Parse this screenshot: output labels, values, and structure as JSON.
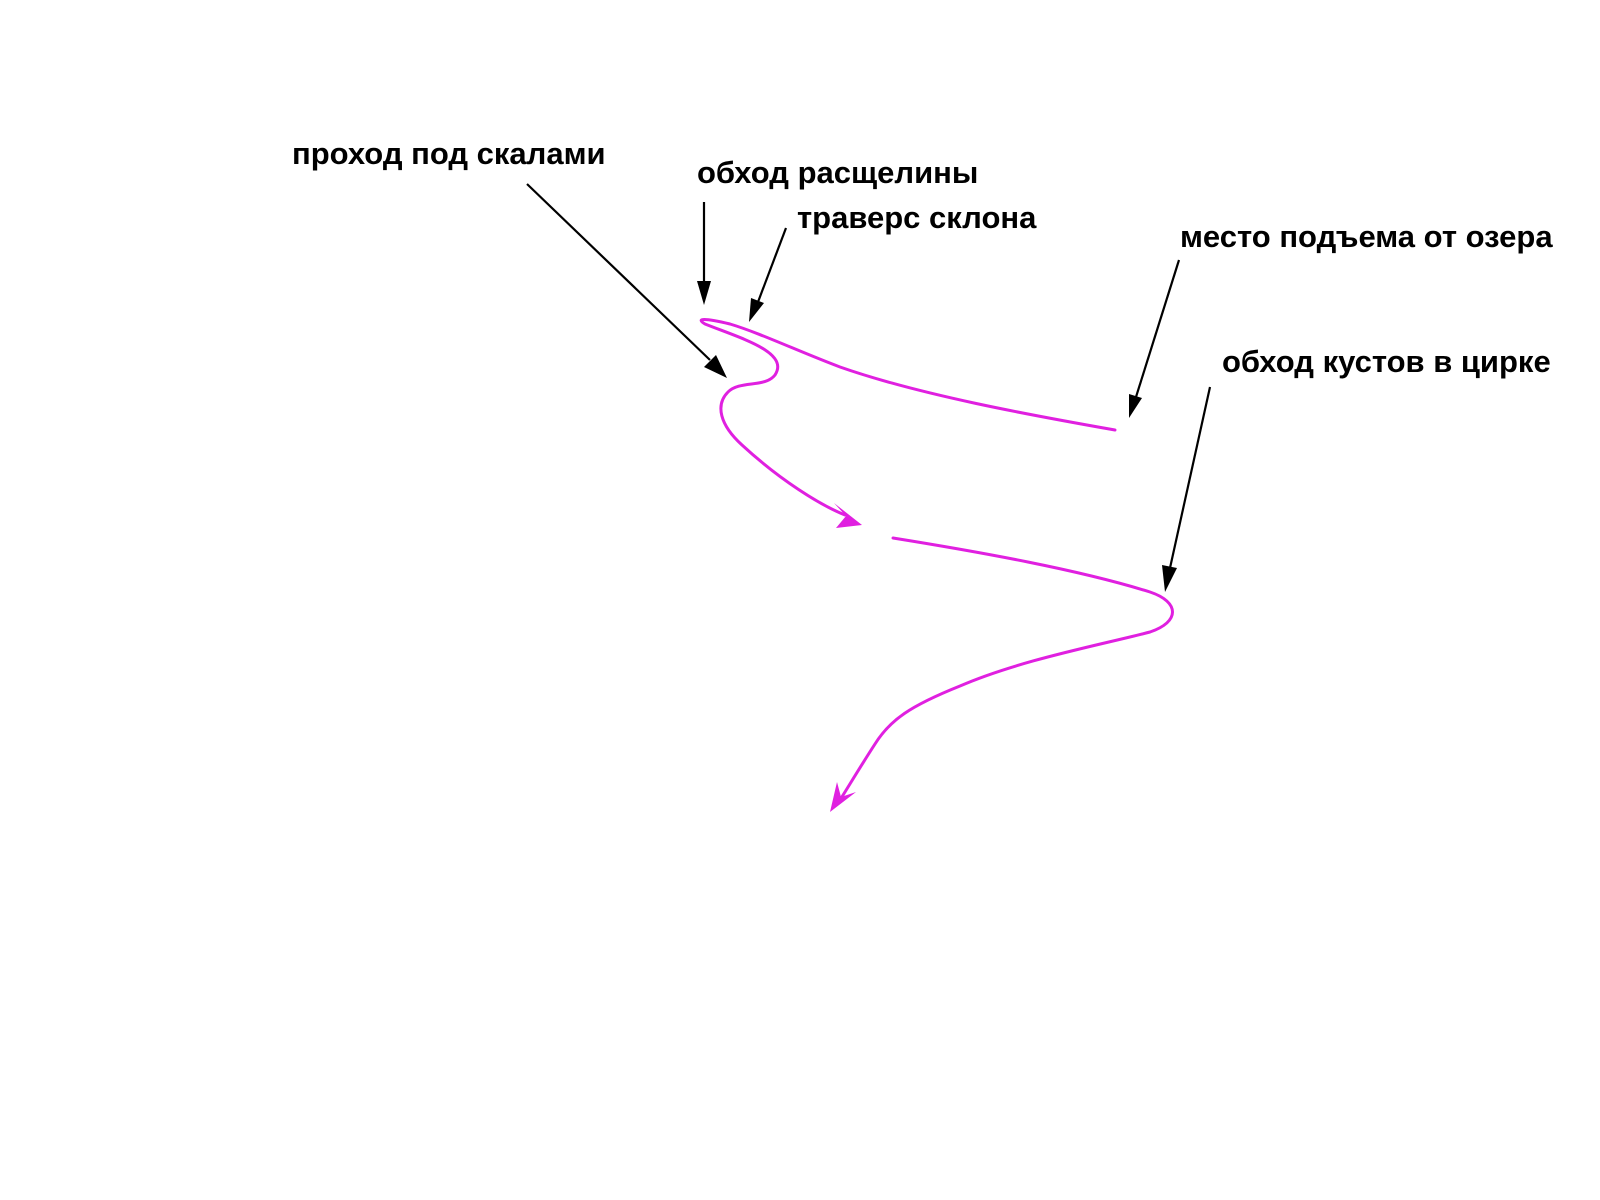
{
  "labels": {
    "passage_under_rocks": "проход под скалами",
    "crevice_bypass": "обход расщелины",
    "slope_traverse": "траверс склона",
    "lake_ascent_point": "место подъема от озера",
    "cirque_bushes_bypass": "обход кустов в цирке"
  },
  "colors": {
    "route": "#e020e0",
    "pointer": "#000000",
    "background": "#ffffff"
  }
}
